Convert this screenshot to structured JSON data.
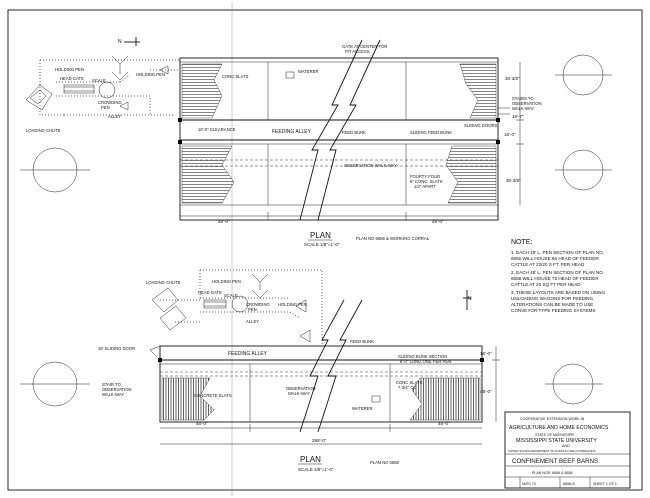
{
  "north_label": "N",
  "top_plan": {
    "labels": {
      "holding_pen_left": "HOLDING PEN",
      "head_gate": "HEAD GATE",
      "scale": "SCALE",
      "holding_pen_right": "HOLDING PEN",
      "crowding_pen": "CROWDING\nPEN",
      "alley": "ALLEY",
      "loading_chute": "LOADING CHUTE",
      "conc_slats": "CONC SLATS",
      "waterer": "WATERER",
      "gate_at_center": "GATE AT CENTER FOR\nPIT ACCESS",
      "clearance": "16'-0\" CLEARANCE",
      "feeding_alley": "FEEDING ALLEY",
      "feed_bunk": "FEED BUNK",
      "sliding_feed_bunk": "SLIDING FEED BUNK",
      "sliding_doors": "SLIDING DOORS",
      "stairs": "STAIRS TO\nOBSERVATION\nWALK-WAY",
      "observation_walkway": "OBSERVATION WALK-WAY",
      "forty_four": "FOURTY FOUR\n6\" CONC. SLATS\n1/2\" APART"
    },
    "dims": {
      "d_right_top": "30-3/8\"",
      "d_right_mid": "16'-0\"",
      "d_right_bot": "30-3/8\"",
      "d_right_small": "18'-7\"",
      "d_bottom_left": "48'-0\"",
      "d_bottom_right": "48'-0\""
    },
    "title": "PLAN",
    "scale": "SCALE 1/8\"=1'-0\"",
    "plan_no": "PLAN NO 6656 & WORKING CORRAL"
  },
  "bottom_plan": {
    "labels": {
      "holding_pen": "HOLDING PEN",
      "loading_chute": "LOADING CHUTE",
      "head_gate": "HEAD GATE",
      "scale": "SCALE",
      "crowding_pen": "CROWDING\nPEN",
      "alley": "ALLEY",
      "holding_pen_right": "HOLDING PEN",
      "sliding_door": "16' SLIDING DOOR",
      "feeding_alley": "FEEDING ALLEY",
      "feed_bunk": "FEED BUNK",
      "sliding_bunk_section": "SLIDING BUNK SECTION\n8'-0\" LONG ONE PER PEN",
      "stair": "STAIR TO\nOBSERVATION\nWALK-WAY",
      "concrete_slats": "CONCRETE SLATS",
      "observation_walkway": "OBSERVATION\nWALK-WAY",
      "conc_slats": "CONC SLATS\n7-3/4\" OC",
      "waterer": "WATERER"
    },
    "dims": {
      "d_right_top": "16'-0\"",
      "d_right_mid": "48'-0\"",
      "d_bottom_left": "48'-0\"",
      "d_bottom_mid": "288'-0\"",
      "d_bottom_right": "48'-0\""
    },
    "title": "PLAN",
    "scale": "SCALE 1/8\"=1'-0\"",
    "plan_no": "PLAN NO 6658"
  },
  "notes": {
    "title": "NOTE:",
    "items": [
      "1. EACH 48' L. PEN SECTION OF PLAN NO.",
      "   6656 WILL HOUSE 65 HEAD OF FEEDER",
      "   CATTLE AT 22/20 S.FT. PER HEAD",
      "2. EACH 48' L. PEN SECTION OF PLAN NO",
      "   6658 WILL HOUSE 75 HEAD OF FEEDER",
      "   CATTLE AT 20 SQ FT PER HEAD",
      "3. THESE LAYOUTS ARE BASED ON USING",
      "   UNLOADING WAGONS FOR FEEDING.",
      "   ALTERATIONS CAN BE MADE TO USE",
      "   CONVEYOR TYPE FEEDING SYSTEMS"
    ]
  },
  "title_block": {
    "line1": "COOPERATIVE EXTENSION WORK IN",
    "line2": "AGRICULTURE AND HOME ECONOMICS",
    "line3": "STATE OF MISSISSIPPI",
    "line4": "MISSISSIPPI STATE UNIVERSITY",
    "line5": "AND",
    "line6": "UNITED STATES DEPARTMENT OF AGRICULTURE COOPERATING",
    "project": "CONFINEMENT  BEEF  BARNS",
    "plan_nos": "PLAN  NOS.  6656  &  6658",
    "miss": "MISS  73",
    "sheet_no": "6656-A",
    "sheet": "SHEET 1 OF 1"
  },
  "icons": [
    "north-arrow-icon"
  ]
}
